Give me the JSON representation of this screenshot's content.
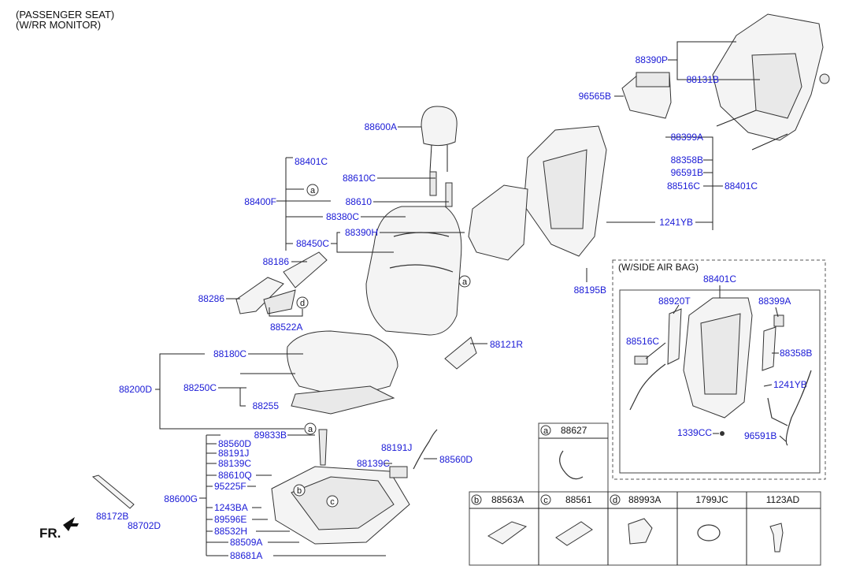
{
  "header": {
    "line1": "(PASSENGER SEAT)",
    "line2": "(W/RR MONITOR)"
  },
  "front_marker": "FR.",
  "labels": {
    "p88390P": "88390P",
    "p88131B": "88131B",
    "p96565B": "96565B",
    "p88600A": "88600A",
    "p88399A": "88399A",
    "p88358B": "88358B",
    "p96591B": "96591B",
    "p88516C": "88516C",
    "p88401C_r": "88401C",
    "p1241YB": "1241YB",
    "p88401C_l": "88401C",
    "p88610C": "88610C",
    "p88400F": "88400F",
    "p88610": "88610",
    "p88380C": "88380C",
    "p88390H": "88390H",
    "p88450C": "88450C",
    "p88186": "88186",
    "p88195B": "88195B",
    "p88286": "88286",
    "p88522A": "88522A",
    "p88121R": "88121R",
    "p88180C": "88180C",
    "p88200D": "88200D",
    "p88250C": "88250C",
    "p88255": "88255",
    "p89833B": "89833B",
    "p88560D_l": "88560D",
    "p88191J_l": "88191J",
    "p88139C_l": "88139C",
    "p88610Q": "88610Q",
    "p95225F": "95225F",
    "p88600G": "88600G",
    "p1243BA": "1243BA",
    "p89596E": "89596E",
    "p88532H": "88532H",
    "p88509A": "88509A",
    "p88681A": "88681A",
    "p88191J_r": "88191J",
    "p88139C_r": "88139C",
    "p88560D_r": "88560D",
    "p88172B": "88172B",
    "p88702D": "88702D"
  },
  "circle_refs": {
    "a": "a",
    "b": "b",
    "c": "c",
    "d": "d"
  },
  "airbag_box": {
    "title": "(W/SIDE AIR BAG)",
    "labels": {
      "p88401C": "88401C",
      "p88920T": "88920T",
      "p88399A": "88399A",
      "p88516C": "88516C",
      "p88358B": "88358B",
      "p1241YB": "1241YB",
      "p1339CC": "1339CC",
      "p96591B": "96591B"
    }
  },
  "parts_table": {
    "top": {
      "letter": "a",
      "code": "88627"
    },
    "row": [
      {
        "letter": "b",
        "code": "88563A"
      },
      {
        "letter": "c",
        "code": "88561"
      },
      {
        "letter": "d",
        "code": "88993A"
      },
      {
        "letter": "",
        "code": "1799JC"
      },
      {
        "letter": "",
        "code": "1123AD"
      }
    ]
  }
}
